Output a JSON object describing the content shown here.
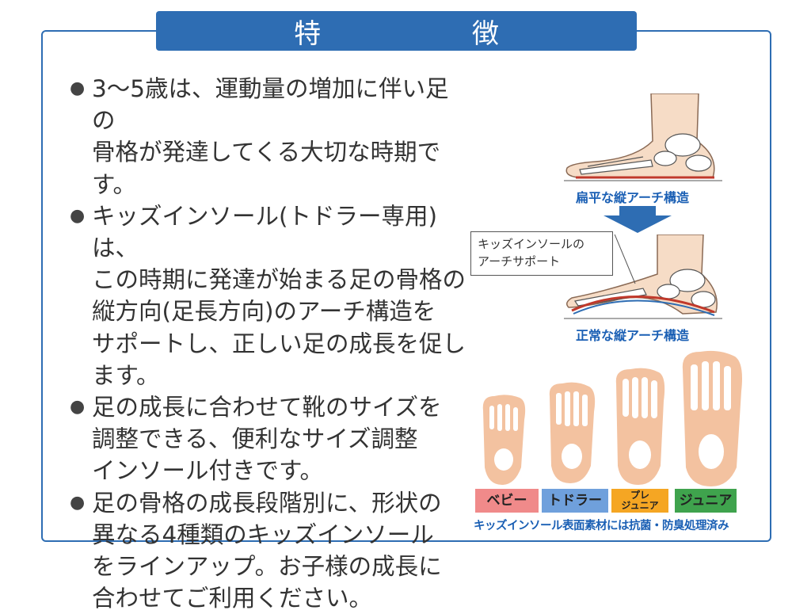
{
  "header": {
    "title": "特 徴"
  },
  "bullets": [
    {
      "lines": [
        "3〜5歳は、運動量の増加に伴い足の",
        "骨格が発達してくる大切な時期です。"
      ]
    },
    {
      "lines": [
        "キッズインソール(トドラー専用)は、",
        "この時期に発達が始まる足の骨格の",
        "縦方向(足長方向)のアーチ構造を",
        "サポートし、正しい足の成長を促し",
        "ます。"
      ]
    },
    {
      "lines": [
        "足の成長に合わせて靴のサイズを",
        "調整できる、便利なサイズ調整",
        "インソール付きです。"
      ]
    },
    {
      "lines": [
        "足の骨格の成長段階別に、形状の",
        "異なる4種類のキッズインソール",
        "をラインアップ。お子様の成長に",
        "合わせてご利用ください。"
      ]
    }
  ],
  "bullet_marker": "●",
  "diagram": {
    "flat_caption": "扁平な縦アーチ構造",
    "normal_caption": "正常な縦アーチ構造",
    "callout_lines": [
      "キッズインソールの",
      "アーチサポート"
    ]
  },
  "stages": [
    {
      "label": "ベビー",
      "color": "#f08a8a"
    },
    {
      "label": "トドラー",
      "color": "#6fa0dc"
    },
    {
      "label_lines": [
        "プレ",
        "ジュニア"
      ],
      "color": "#f5a623"
    },
    {
      "label": "ジュニア",
      "color": "#3fa34d"
    }
  ],
  "footnote": "キッズインソール表面素材には抗菌・防臭処理済み",
  "colors": {
    "accent": "#2e6db3",
    "caption": "#1a5fb4",
    "foot": "#f3c2a0"
  }
}
